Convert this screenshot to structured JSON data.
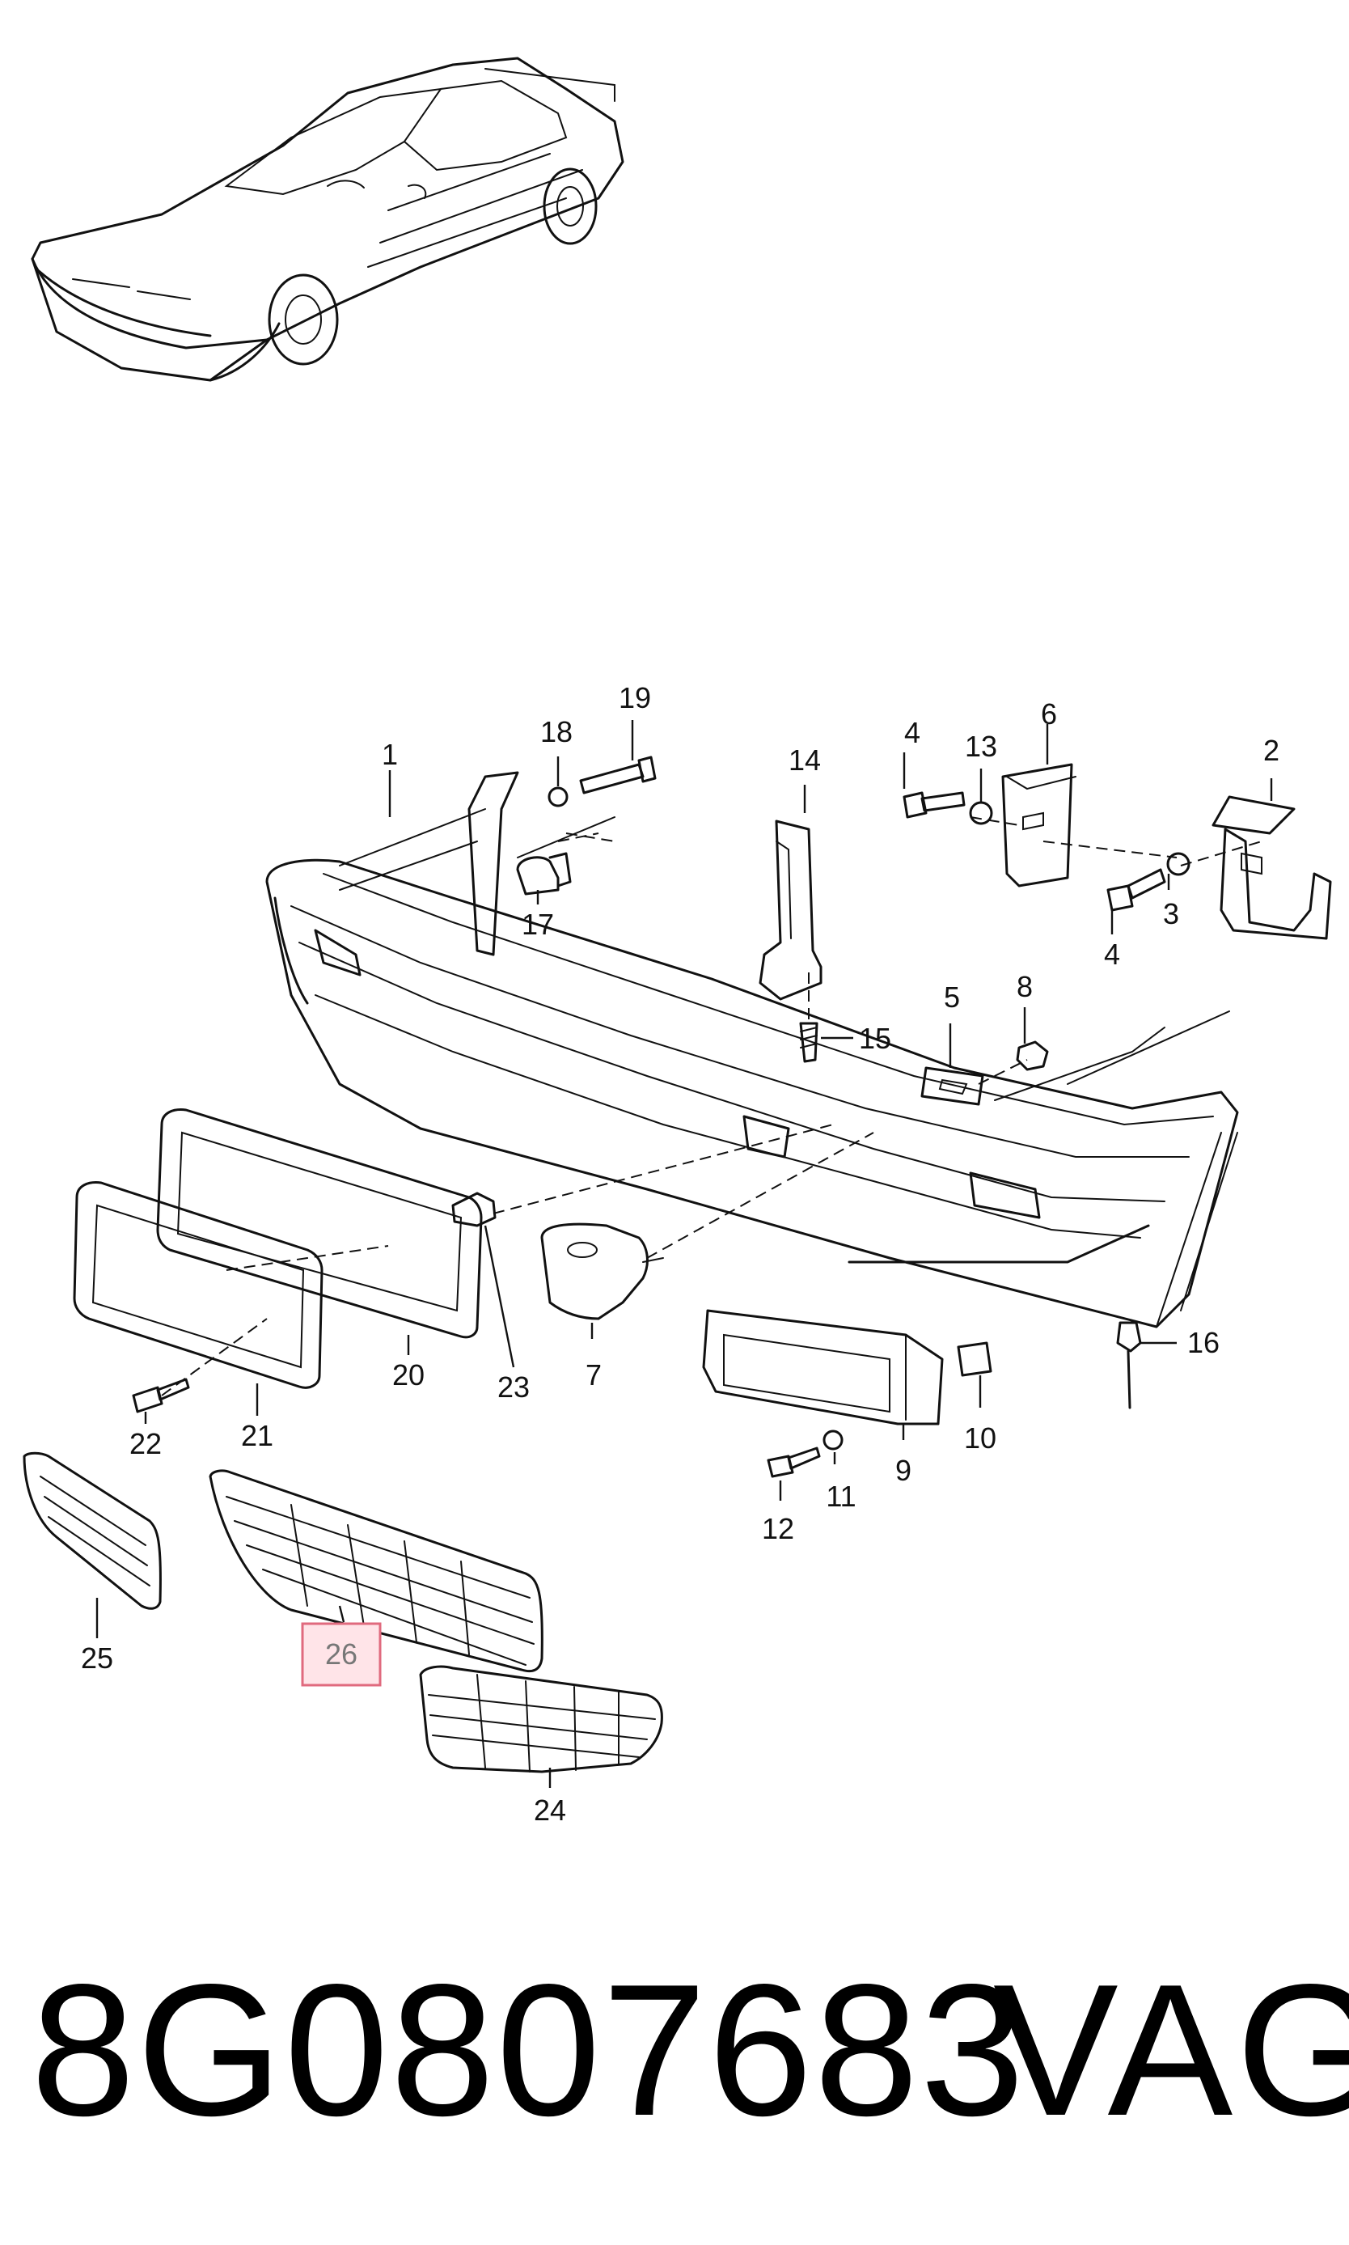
{
  "callouts": [
    "1",
    "2",
    "3",
    "4",
    "4",
    "5",
    "6",
    "7",
    "8",
    "9",
    "10",
    "11",
    "12",
    "13",
    "14",
    "15",
    "16",
    "17",
    "18",
    "19",
    "20",
    "21",
    "22",
    "23",
    "24",
    "25",
    "26"
  ],
  "highlighted_callout": "26",
  "part_number": "8G0807683",
  "brand": "VAG",
  "colors": {
    "highlight_fill": "#ffe4e8",
    "highlight_stroke": "#e06a7e",
    "line": "#111111"
  }
}
